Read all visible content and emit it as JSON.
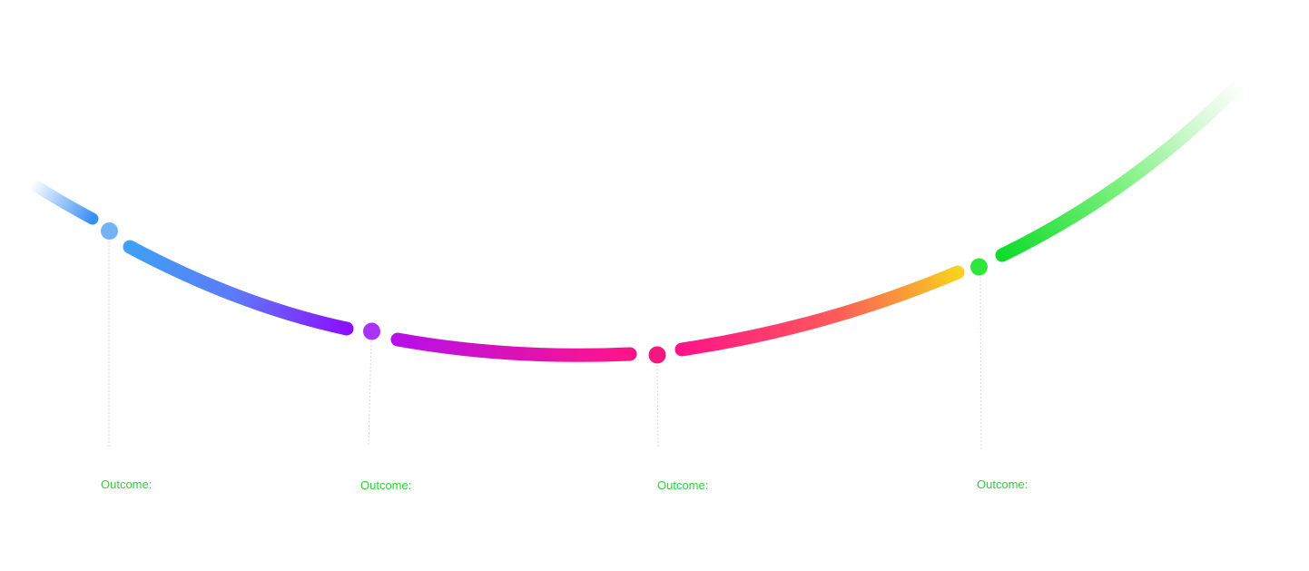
{
  "milestones": [
    {
      "label": "Outcome:",
      "color": "#74b1f5"
    },
    {
      "label": "Outcome:",
      "color": "#a933f7"
    },
    {
      "label": "Outcome:",
      "color": "#f2187e"
    },
    {
      "label": "Outcome:",
      "color": "#2fe63c"
    }
  ],
  "colors": {
    "label_text": "#2fcf3a",
    "connector": "#d4d8e0",
    "segment_gradients": [
      [
        "#ffffff",
        "#3a8ff5"
      ],
      [
        "#3fa0f5",
        "#8a10ff"
      ],
      [
        "#b710e8",
        "#ff1488"
      ],
      [
        "#ff1488",
        "#f7d21e"
      ],
      [
        "#0fdc2a",
        "#ffffff"
      ]
    ]
  }
}
